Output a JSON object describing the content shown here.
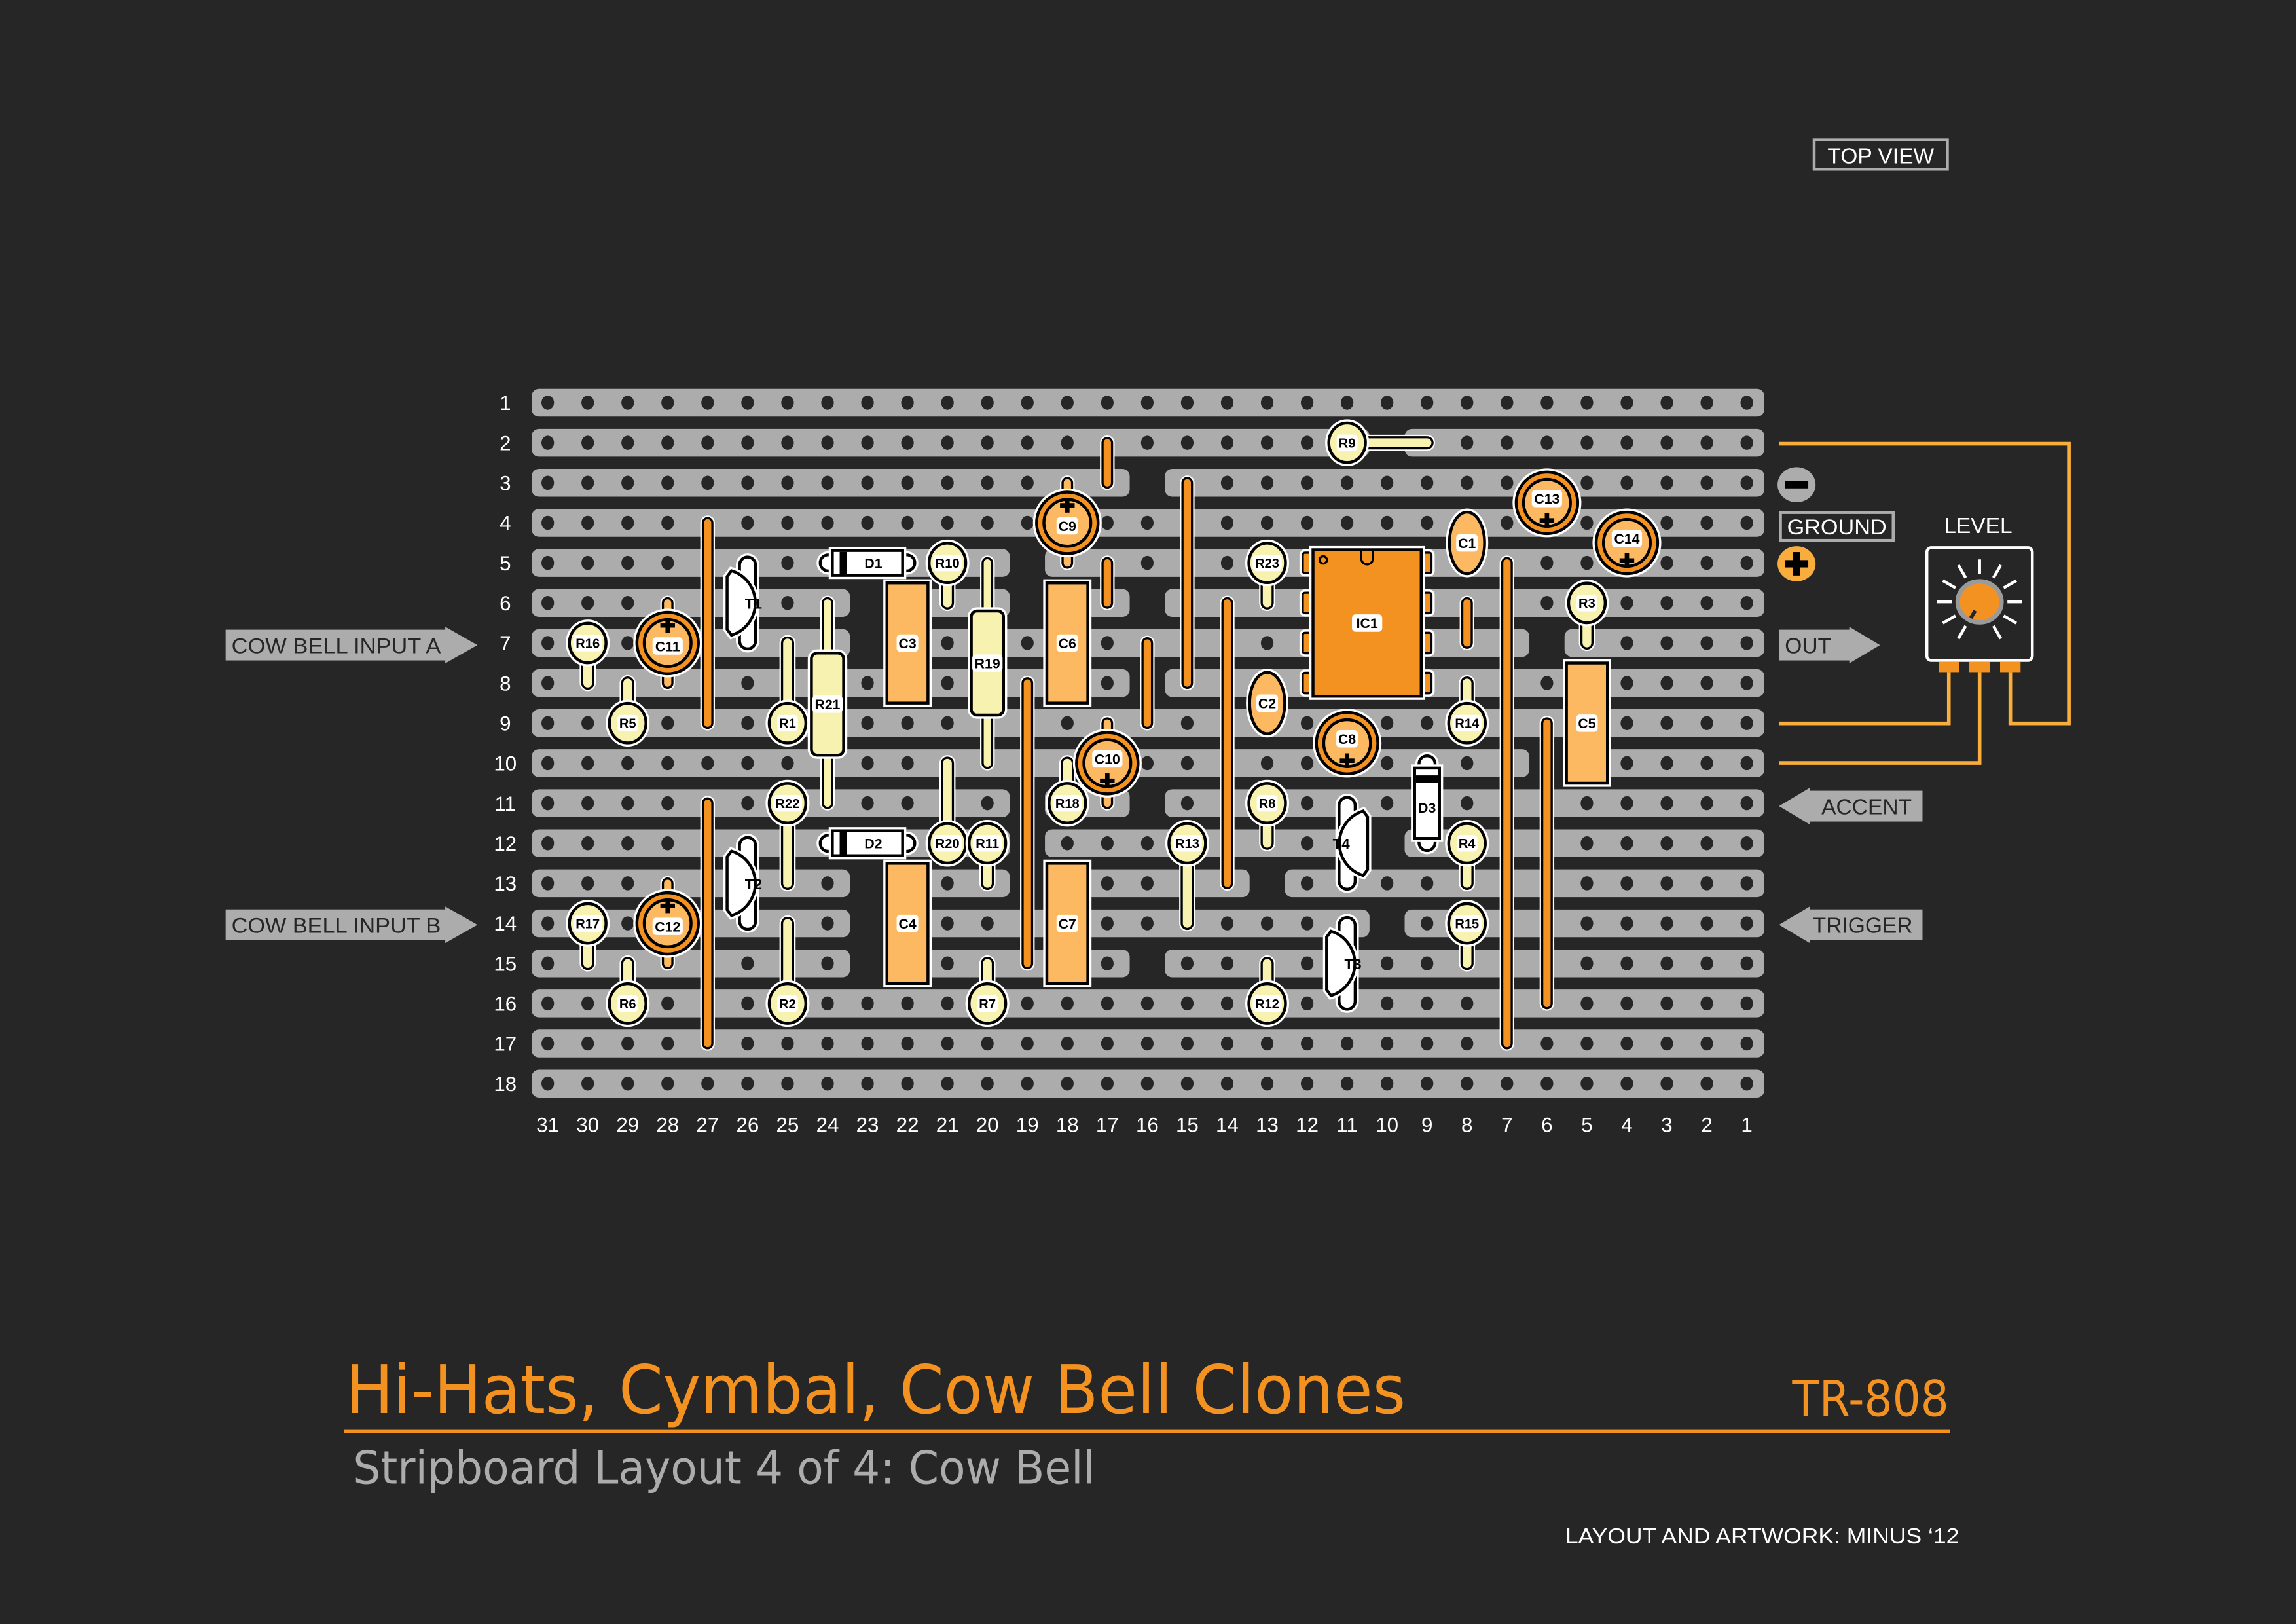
{
  "header": {
    "top_view": "TOP VIEW"
  },
  "title": {
    "main": "Hi-Hats, Cymbal, Cow Bell Clones",
    "model": "TR-808",
    "subtitle": "Stripboard Layout 4 of 4: Cow Bell",
    "credit": "LAYOUT AND ARTWORK: MINUS ‘12"
  },
  "connections": {
    "input_a": "COW BELL INPUT A",
    "input_b": "COW BELL INPUT B",
    "ground": "GROUND",
    "out": "OUT",
    "accent": "ACCENT",
    "trigger": "TRIGGER",
    "pot_label": "LEVEL"
  },
  "board": {
    "rows": [
      "1",
      "2",
      "3",
      "4",
      "5",
      "6",
      "7",
      "8",
      "9",
      "10",
      "11",
      "12",
      "13",
      "14",
      "15",
      "16",
      "17",
      "18"
    ],
    "columns": [
      "31",
      "30",
      "29",
      "28",
      "27",
      "26",
      "25",
      "24",
      "23",
      "22",
      "21",
      "20",
      "19",
      "18",
      "17",
      "16",
      "15",
      "14",
      "13",
      "12",
      "11",
      "10",
      "9",
      "8",
      "7",
      "6",
      "5",
      "4",
      "3",
      "2",
      "1"
    ],
    "track_cuts": [
      {
        "row": 2,
        "from": 10,
        "to": 10
      },
      {
        "row": 3,
        "from": 16,
        "to": 16
      },
      {
        "row": 5,
        "from": 19,
        "to": 19
      },
      {
        "row": 6,
        "from": 23,
        "to": 22
      },
      {
        "row": 6,
        "from": 19,
        "to": 18
      },
      {
        "row": 6,
        "from": 16,
        "to": 16
      },
      {
        "row": 7,
        "from": 23,
        "to": 22
      },
      {
        "row": 7,
        "from": 6,
        "to": 6
      },
      {
        "row": 8,
        "from": 16,
        "to": 16
      },
      {
        "row": 10,
        "from": 6,
        "to": 6
      },
      {
        "row": 11,
        "from": 19,
        "to": 19
      },
      {
        "row": 11,
        "from": 16,
        "to": 16
      },
      {
        "row": 12,
        "from": 19,
        "to": 19
      },
      {
        "row": 12,
        "from": 10,
        "to": 10
      },
      {
        "row": 13,
        "from": 23,
        "to": 22
      },
      {
        "row": 13,
        "from": 19,
        "to": 19
      },
      {
        "row": 13,
        "from": 13,
        "to": 13
      },
      {
        "row": 14,
        "from": 23,
        "to": 22
      },
      {
        "row": 14,
        "from": 10,
        "to": 10
      },
      {
        "row": 15,
        "from": 23,
        "to": 22
      },
      {
        "row": 15,
        "from": 16,
        "to": 16
      }
    ],
    "wire_links": [
      {
        "col": 27,
        "from": 4,
        "to": 9
      },
      {
        "col": 27,
        "from": 11,
        "to": 17
      },
      {
        "col": 19,
        "from": 8,
        "to": 15
      },
      {
        "col": 17,
        "from": 2,
        "to": 3
      },
      {
        "col": 17,
        "from": 5,
        "to": 6
      },
      {
        "col": 16,
        "from": 7,
        "to": 9
      },
      {
        "col": 15,
        "from": 3,
        "to": 8
      },
      {
        "col": 14,
        "from": 6,
        "to": 13
      },
      {
        "col": 8,
        "from": 6,
        "to": 7
      },
      {
        "col": 7,
        "from": 5,
        "to": 17
      },
      {
        "col": 6,
        "from": 9,
        "to": 16
      }
    ],
    "resistors_standing": [
      {
        "label": "R16",
        "col": 30,
        "row": 7,
        "lead_col": 30,
        "lead_row": 8
      },
      {
        "label": "R5",
        "col": 29,
        "row": 9,
        "lead_col": 29,
        "lead_row": 8
      },
      {
        "label": "R1",
        "col": 25,
        "row": 9,
        "lead_col": 25,
        "lead_row": 7
      },
      {
        "label": "R10",
        "col": 21,
        "row": 5,
        "lead_col": 21,
        "lead_row": 6
      },
      {
        "label": "R18",
        "col": 18,
        "row": 11,
        "lead_col": 18,
        "lead_row": 10
      },
      {
        "label": "R22",
        "col": 25,
        "row": 11,
        "lead_col": 25,
        "lead_row": 13
      },
      {
        "label": "R20",
        "col": 21,
        "row": 12,
        "lead_col": 21,
        "lead_row": 10
      },
      {
        "label": "R11",
        "col": 20,
        "row": 12,
        "lead_col": 20,
        "lead_row": 13
      },
      {
        "label": "R17",
        "col": 30,
        "row": 14,
        "lead_col": 30,
        "lead_row": 15
      },
      {
        "label": "R6",
        "col": 29,
        "row": 16,
        "lead_col": 29,
        "lead_row": 15
      },
      {
        "label": "R2",
        "col": 25,
        "row": 16,
        "lead_col": 25,
        "lead_row": 14
      },
      {
        "label": "R7",
        "col": 20,
        "row": 16,
        "lead_col": 20,
        "lead_row": 15
      },
      {
        "label": "R23",
        "col": 13,
        "row": 5,
        "lead_col": 13,
        "lead_row": 6
      },
      {
        "label": "R9",
        "col": 11,
        "row": 2,
        "lead_col": 9,
        "lead_row": 2
      },
      {
        "label": "R14",
        "col": 8,
        "row": 9,
        "lead_col": 8,
        "lead_row": 8
      },
      {
        "label": "R3",
        "col": 5,
        "row": 6,
        "lead_col": 5,
        "lead_row": 7
      },
      {
        "label": "R8",
        "col": 13,
        "row": 11,
        "lead_col": 13,
        "lead_row": 12
      },
      {
        "label": "R13",
        "col": 15,
        "row": 12,
        "lead_col": 15,
        "lead_row": 14
      },
      {
        "label": "R4",
        "col": 8,
        "row": 12,
        "lead_col": 8,
        "lead_row": 13
      },
      {
        "label": "R15",
        "col": 8,
        "row": 14,
        "lead_col": 8,
        "lead_row": 15
      },
      {
        "label": "R12",
        "col": 13,
        "row": 16,
        "lead_col": 13,
        "lead_row": 15
      }
    ],
    "resistors_lying": [
      {
        "label": "R21",
        "col": 24,
        "from": 6,
        "to": 11,
        "body_from": 7.25,
        "body_to": 9.8
      },
      {
        "label": "R19",
        "col": 20,
        "from": 5,
        "to": 10,
        "body_from": 6.2,
        "body_to": 8.8
      }
    ],
    "film_caps": [
      {
        "label": "C3",
        "col": 22,
        "from": 5.5,
        "to": 8.5
      },
      {
        "label": "C6",
        "col": 18,
        "from": 5.5,
        "to": 8.5
      },
      {
        "label": "C4",
        "col": 22,
        "from": 12.5,
        "to": 15.5
      },
      {
        "label": "C7",
        "col": 18,
        "from": 12.5,
        "to": 15.5
      },
      {
        "label": "C5",
        "col": 5,
        "from": 7.5,
        "to": 10.5
      }
    ],
    "ceramic_caps": [
      {
        "label": "C2",
        "col": 13,
        "row": 8.5
      },
      {
        "label": "C1",
        "col": 8,
        "row": 4.5
      }
    ],
    "electrolytic_caps": [
      {
        "label": "C11",
        "col": 28,
        "row": 7,
        "plus": "top",
        "leads": true
      },
      {
        "label": "C12",
        "col": 28,
        "row": 14,
        "plus": "top",
        "leads": true
      },
      {
        "label": "C9",
        "col": 18,
        "row": 4,
        "plus": "top",
        "leads": true
      },
      {
        "label": "C10",
        "col": 17,
        "row": 10,
        "plus": "bottom",
        "leads": true
      },
      {
        "label": "C8",
        "col": 11,
        "row": 9.5,
        "plus": "bottom",
        "leads": false
      },
      {
        "label": "C13",
        "col": 6,
        "row": 3.5,
        "plus": "bottom",
        "leads": false
      },
      {
        "label": "C14",
        "col": 4,
        "row": 4.5,
        "plus": "bottom",
        "leads": false
      }
    ],
    "diodes": [
      {
        "label": "D1",
        "orientation": "horizontal",
        "row": 5,
        "from": 24,
        "to": 22,
        "band": "start"
      },
      {
        "label": "D2",
        "orientation": "horizontal",
        "row": 12,
        "from": 24,
        "to": 22,
        "band": "start"
      },
      {
        "label": "D3",
        "orientation": "vertical",
        "col": 9,
        "from": 10,
        "to": 12,
        "band": "start"
      }
    ],
    "transistors": [
      {
        "label": "T1",
        "col": 26,
        "from": 5,
        "to": 7,
        "flat": "left"
      },
      {
        "label": "T2",
        "col": 26,
        "from": 12,
        "to": 14,
        "flat": "left"
      },
      {
        "label": "T4",
        "col": 11,
        "from": 11,
        "to": 13,
        "flat": "right"
      },
      {
        "label": "T3",
        "col": 11,
        "from": 14,
        "to": 16,
        "flat": "left"
      }
    ],
    "ics": [
      {
        "label": "IC1",
        "left_col": 12,
        "right_col": 9,
        "from": 5,
        "to": 8
      }
    ]
  },
  "colors": {
    "background": "#262626",
    "strip": "#acacac",
    "hole": "#262626",
    "wire": "#f39220",
    "resistor": "#f8f2b0",
    "film_cap": "#fcb962",
    "ring": "#f39220",
    "ic": "#f39220",
    "title": "#f39220",
    "subtitle": "#acacac",
    "pot_wire": "#f9ad3c"
  }
}
